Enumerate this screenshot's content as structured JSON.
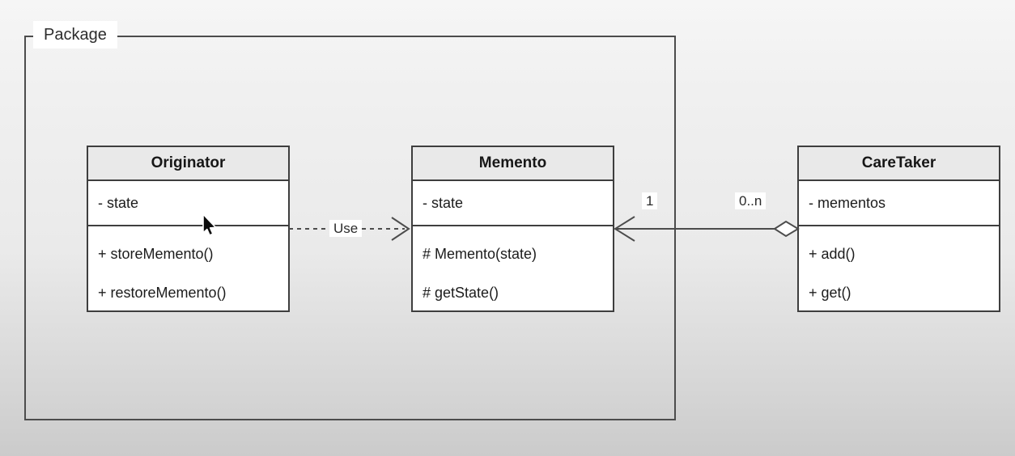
{
  "package": {
    "label": "Package"
  },
  "classes": [
    {
      "name": "Originator",
      "attributes": [
        "- state"
      ],
      "methods": [
        "+ storeMemento()",
        "+ restoreMemento()"
      ]
    },
    {
      "name": "Memento",
      "attributes": [
        "- state"
      ],
      "methods": [
        "# Memento(state)",
        "# getState()"
      ]
    },
    {
      "name": "CareTaker",
      "attributes": [
        "- mementos"
      ],
      "methods": [
        "+ add()",
        "+ get()"
      ]
    }
  ],
  "relationships": [
    {
      "type": "dependency",
      "from": "Originator",
      "to": "Memento",
      "line": "dashed",
      "arrowhead": "open",
      "label": "Use"
    },
    {
      "type": "aggregation",
      "from": "CareTaker",
      "to": "Memento",
      "line": "solid",
      "arrowhead": "open",
      "diamond_end": "CareTaker",
      "multiplicities": {
        "memento_end": "1",
        "caretaker_end": "0..n"
      }
    }
  ],
  "colors": {
    "line": "#4c4c4c",
    "class_border": "#3e3e3e",
    "class_header_fill": "#e9e9e9",
    "class_body_fill": "#ffffff",
    "text": "#1c1c1c",
    "background_top": "#f4f4f4",
    "background_bottom": "#cbcbcb"
  }
}
